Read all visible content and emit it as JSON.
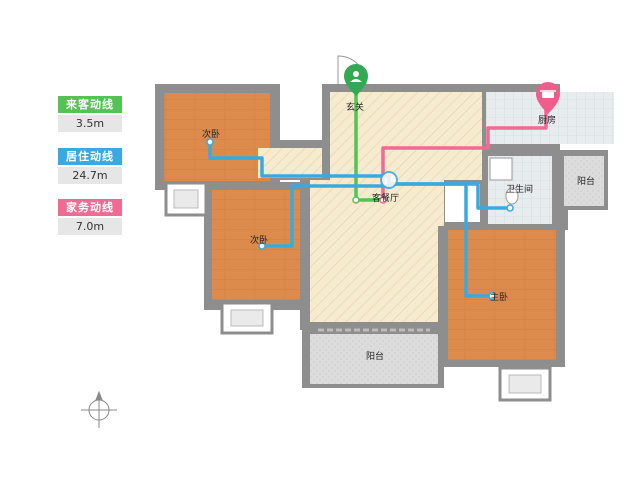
{
  "legend": [
    {
      "label": "来客动线",
      "value": "3.5m",
      "color": "#55c256"
    },
    {
      "label": "居住动线",
      "value": "24.7m",
      "color": "#3aa9e0"
    },
    {
      "label": "家务动线",
      "value": "7.0m",
      "color": "#ef6b93"
    }
  ],
  "rooms": {
    "bedroom_a": "次卧",
    "bedroom_b": "次卧",
    "master_bedroom": "主卧",
    "entrance": "玄关",
    "kitchen": "厨房",
    "bathroom": "卫生间",
    "living_dining": "客餐厅",
    "balcony_main": "阳台",
    "balcony_side": "阳台"
  },
  "icons": {
    "entrance_marker": "person-pin-icon",
    "kitchen_marker": "pot-pin-icon",
    "compass": "compass-icon"
  },
  "colors": {
    "wall": "#8e8e8e",
    "bedroom_floor": "#dc8a4c",
    "living_floor": "#f5e9cc",
    "tile_floor": "#dfe6e8",
    "balcony_floor": "#d9d9d9"
  }
}
